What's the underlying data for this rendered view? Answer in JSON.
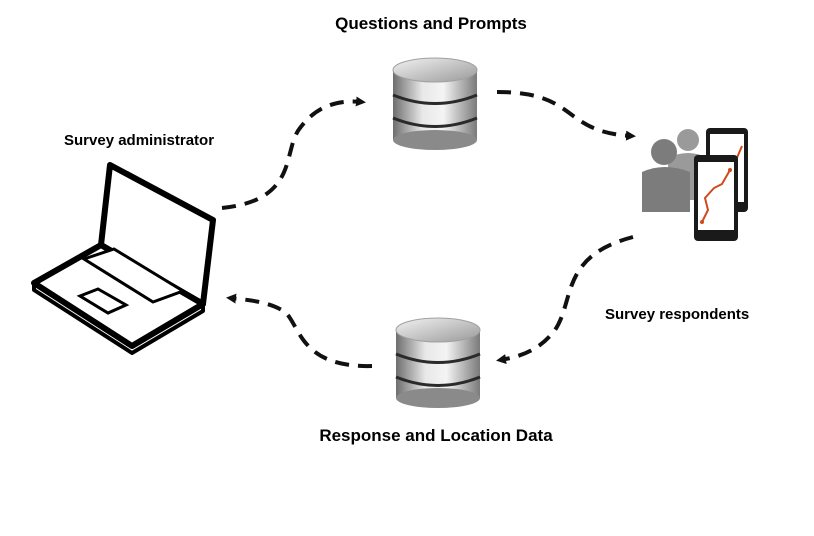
{
  "labels": {
    "questions_db": "Questions and Prompts",
    "administrator": "Survey administrator",
    "respondents": "Survey respondents",
    "response_db": "Response and Location Data"
  },
  "icons": [
    "laptop-icon",
    "database-icon",
    "database-icon",
    "respondents-phones-icon"
  ],
  "colors": {
    "arrow": "#111111",
    "cylinder_light": "#eeeeee",
    "cylinder_dark": "#6e6e6e",
    "people": "#8a8a8a",
    "route": "#d04a1c"
  }
}
